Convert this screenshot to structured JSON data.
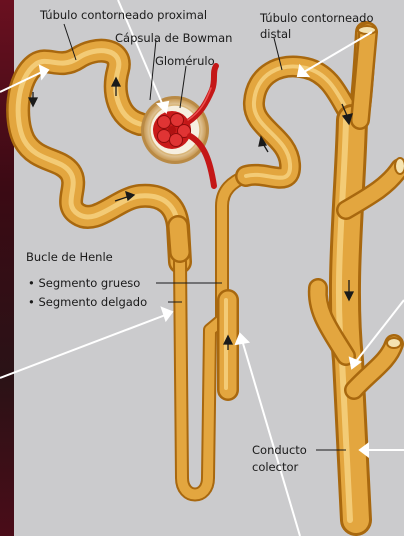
{
  "labels": {
    "proximal": "Túbulo contorneado proximal",
    "distal_line1": "Túbulo contorneado",
    "distal_line2": "distal",
    "bowman": "Cápsula de Bowman",
    "glomerulo": "Glomérulo",
    "henle": "Bucle de Henle",
    "grueso": "Segmento grueso",
    "delgado": "Segmento delgado",
    "conducto_line1": "Conducto",
    "conducto_line2": "colector",
    "bullet": "•"
  },
  "colors": {
    "tubule": "#e2a33c",
    "tubule_dark": "#b87418",
    "tubule_light": "#f3cf7a",
    "vessel": "#d91f1f",
    "background": "#cbcbcd",
    "frame": "#4a0c18"
  }
}
